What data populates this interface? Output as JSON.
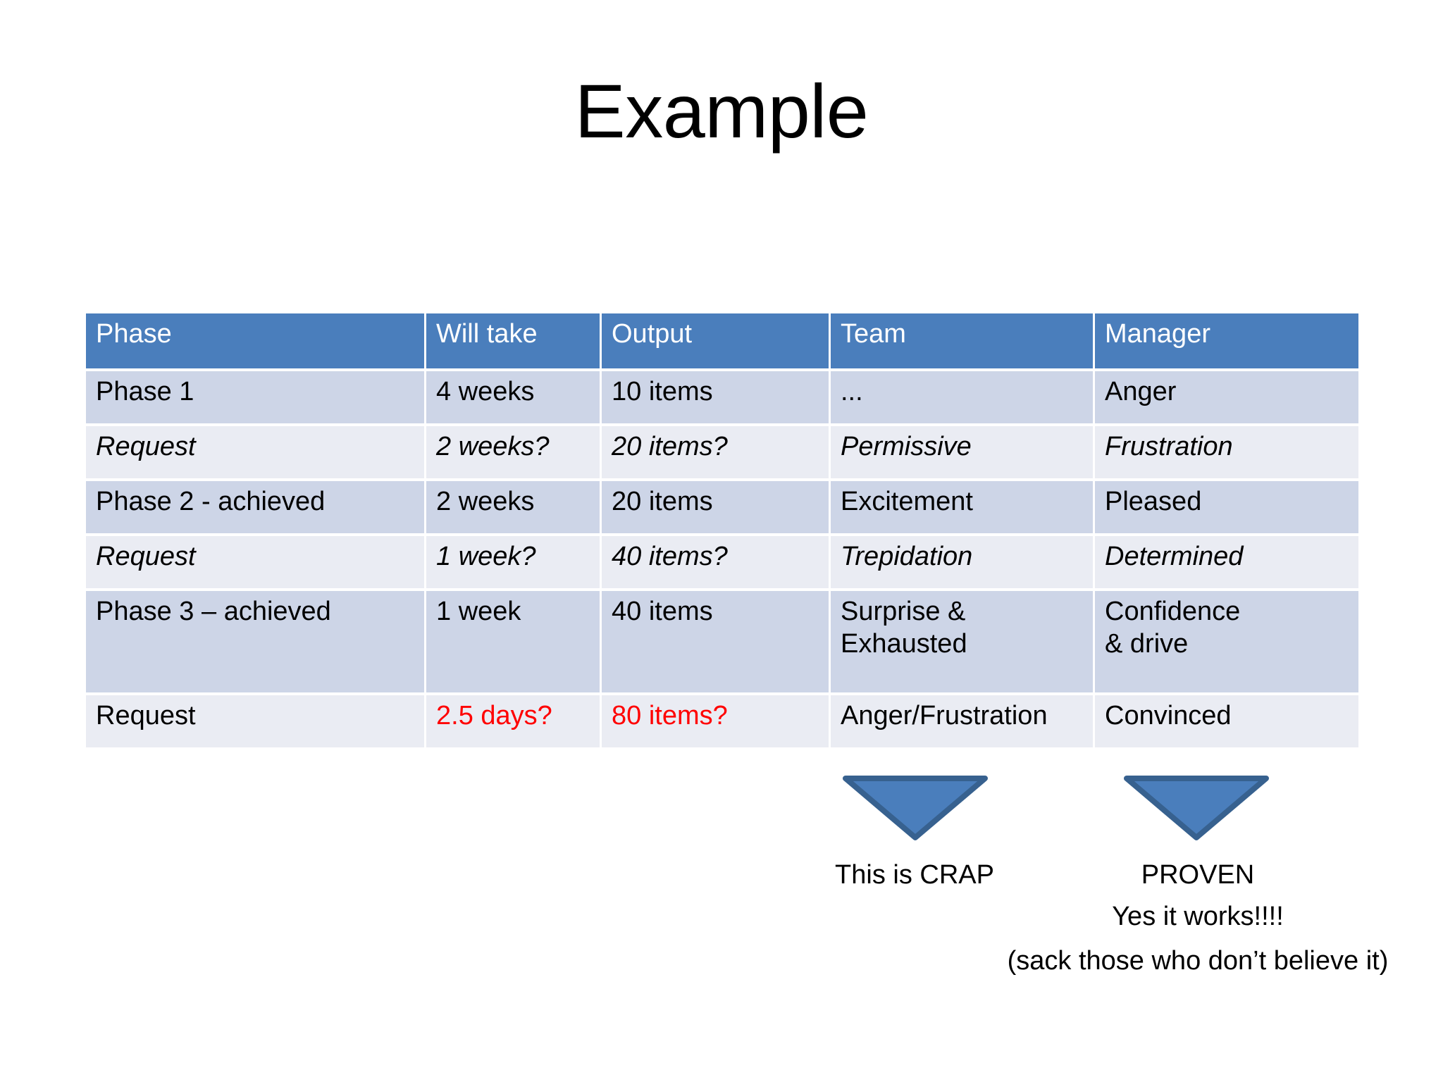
{
  "slide": {
    "title": "Example",
    "background_color": "#ffffff"
  },
  "table": {
    "header_bg": "#4a7ebc",
    "header_text_color": "#ffffff",
    "band_dark": "#cdd5e7",
    "band_light": "#eaecf3",
    "highlight_color": "#ff0000",
    "columns": [
      "Phase",
      "Will take",
      "Output",
      "Team",
      "Manager"
    ],
    "rows": [
      {
        "phase": "Phase 1",
        "will_take": "4 weeks",
        "output": "10 items",
        "team": "...",
        "manager": "Anger"
      },
      {
        "phase": "Request",
        "will_take": "2 weeks?",
        "output": "20 items?",
        "team": "Permissive",
        "manager": "Frustration"
      },
      {
        "phase": "Phase 2 - achieved",
        "will_take": "2 weeks",
        "output": "20 items",
        "team": "Excitement",
        "manager": "Pleased"
      },
      {
        "phase": "Request",
        "will_take": "1 week?",
        "output": "40 items?",
        "team": "Trepidation",
        "manager": "Determined"
      },
      {
        "phase": "Phase 3 – achieved",
        "will_take": "1 week",
        "output": "40 items",
        "team": "Surprise &\nExhausted",
        "manager": "Confidence\n& drive"
      },
      {
        "phase": "Request",
        "will_take": "2.5 days?",
        "output": "80 items?",
        "team": "Anger/Frustration",
        "manager": "Convinced"
      }
    ]
  },
  "callouts": {
    "arrow_fill": "#4a7ebc",
    "arrow_outline": "#37618f",
    "left": {
      "icon": "down-triangle-icon",
      "caption": "This is CRAP"
    },
    "right": {
      "icon": "down-triangle-icon",
      "caption": "PROVEN",
      "line2": "Yes it works!!!!",
      "line3": "(sack those who don’t believe it)"
    }
  }
}
